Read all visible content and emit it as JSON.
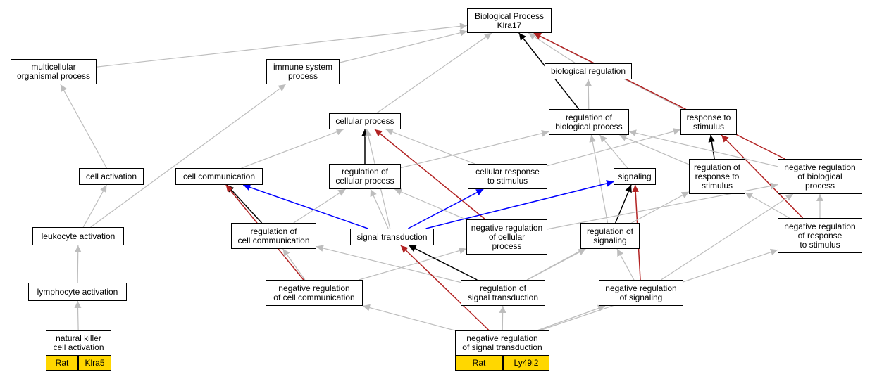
{
  "nodes": {
    "bp": "Biological Process\nKlra17",
    "mop": "multicellular\norganismal process",
    "isp": "immune system\nprocess",
    "br": "biological regulation",
    "cp": "cellular process",
    "rbp": "regulation of\nbiological process",
    "rts": "response to\nstimulus",
    "ca": "cell activation",
    "cc": "cell communication",
    "rcp": "regulation of\ncellular process",
    "crs": "cellular response\nto stimulus",
    "sig": "signaling",
    "rrs": "regulation of\nresponse to\nstimulus",
    "nrbp": "negative regulation\nof biological\nprocess",
    "la": "leukocyte activation",
    "rcc": "regulation of\ncell communication",
    "st": "signal transduction",
    "nrcp": "negative regulation\nof cellular\nprocess",
    "rs": "regulation of\nsignaling",
    "nrrs": "negative regulation\nof response\nto stimulus",
    "lya": "lymphocyte activation",
    "nrcc": "negative regulation\nof cell communication",
    "rst": "regulation of\nsignal transduction",
    "nrs": "negative regulation\nof signaling",
    "nkca": "natural killer\ncell activation",
    "nrst": "negative regulation\nof signal transduction"
  },
  "annotations": {
    "nkca": {
      "species": "Rat",
      "gene": "Klra5"
    },
    "nrst": {
      "species": "Rat",
      "gene": "Ly49i2"
    }
  },
  "edge_colors": {
    "is_a": "#bdbdbd",
    "regulates": "#000000",
    "negatively_regulates": "#b22222",
    "positively_regulates": "#0000ff"
  },
  "annotation_color": "#FFD700",
  "edges": [
    {
      "from": "mop",
      "to": "bp",
      "type": "is_a"
    },
    {
      "from": "isp",
      "to": "bp",
      "type": "is_a"
    },
    {
      "from": "br",
      "to": "bp",
      "type": "is_a"
    },
    {
      "from": "cp",
      "to": "bp",
      "type": "is_a"
    },
    {
      "from": "rbp",
      "to": "bp",
      "type": "regulates"
    },
    {
      "from": "rts",
      "to": "bp",
      "type": "is_a"
    },
    {
      "from": "nrbp",
      "to": "bp",
      "type": "negatively_regulates"
    },
    {
      "from": "rbp",
      "to": "br",
      "type": "is_a"
    },
    {
      "from": "ca",
      "to": "mop",
      "type": "is_a"
    },
    {
      "from": "la",
      "to": "isp",
      "type": "is_a"
    },
    {
      "from": "la",
      "to": "ca",
      "type": "is_a"
    },
    {
      "from": "lya",
      "to": "la",
      "type": "is_a"
    },
    {
      "from": "nkca",
      "to": "lya",
      "type": "is_a"
    },
    {
      "from": "rcp",
      "to": "cp",
      "type": "regulates"
    },
    {
      "from": "cc",
      "to": "cp",
      "type": "is_a"
    },
    {
      "from": "crs",
      "to": "cp",
      "type": "is_a"
    },
    {
      "from": "st",
      "to": "cp",
      "type": "is_a"
    },
    {
      "from": "nrcp",
      "to": "cp",
      "type": "negatively_regulates"
    },
    {
      "from": "rcp",
      "to": "rbp",
      "type": "is_a"
    },
    {
      "from": "crs",
      "to": "rts",
      "type": "is_a"
    },
    {
      "from": "rrs",
      "to": "rts",
      "type": "regulates"
    },
    {
      "from": "nrrs",
      "to": "rts",
      "type": "negatively_regulates"
    },
    {
      "from": "rrs",
      "to": "rbp",
      "type": "is_a"
    },
    {
      "from": "sig",
      "to": "rbp",
      "type": "is_a"
    },
    {
      "from": "nrbp",
      "to": "rbp",
      "type": "is_a"
    },
    {
      "from": "rs",
      "to": "rbp",
      "type": "is_a"
    },
    {
      "from": "rcc",
      "to": "rcp",
      "type": "is_a"
    },
    {
      "from": "st",
      "to": "rcp",
      "type": "is_a"
    },
    {
      "from": "nrcp",
      "to": "rcp",
      "type": "is_a"
    },
    {
      "from": "st",
      "to": "crs",
      "type": "positively_regulates"
    },
    {
      "from": "st",
      "to": "cc",
      "type": "positively_regulates"
    },
    {
      "from": "rcc",
      "to": "cc",
      "type": "regulates"
    },
    {
      "from": "nrcc",
      "to": "cc",
      "type": "negatively_regulates"
    },
    {
      "from": "st",
      "to": "sig",
      "type": "positively_regulates"
    },
    {
      "from": "rs",
      "to": "sig",
      "type": "regulates"
    },
    {
      "from": "nrs",
      "to": "sig",
      "type": "negatively_regulates"
    },
    {
      "from": "nrcp",
      "to": "nrbp",
      "type": "is_a"
    },
    {
      "from": "nrrs",
      "to": "nrbp",
      "type": "is_a"
    },
    {
      "from": "nrrs",
      "to": "rrs",
      "type": "is_a"
    },
    {
      "from": "rst",
      "to": "rrs",
      "type": "is_a"
    },
    {
      "from": "nrs",
      "to": "nrbp",
      "type": "is_a"
    },
    {
      "from": "nrcc",
      "to": "rcc",
      "type": "is_a"
    },
    {
      "from": "rst",
      "to": "rcc",
      "type": "is_a"
    },
    {
      "from": "nrcc",
      "to": "nrcp",
      "type": "is_a"
    },
    {
      "from": "rst",
      "to": "st",
      "type": "regulates"
    },
    {
      "from": "rst",
      "to": "rs",
      "type": "is_a"
    },
    {
      "from": "nrs",
      "to": "rs",
      "type": "is_a"
    },
    {
      "from": "nrst",
      "to": "rst",
      "type": "is_a"
    },
    {
      "from": "nrst",
      "to": "nrcc",
      "type": "is_a"
    },
    {
      "from": "nrst",
      "to": "nrs",
      "type": "is_a"
    },
    {
      "from": "nrst",
      "to": "nrrs",
      "type": "is_a"
    },
    {
      "from": "nrst",
      "to": "st",
      "type": "negatively_regulates"
    }
  ]
}
